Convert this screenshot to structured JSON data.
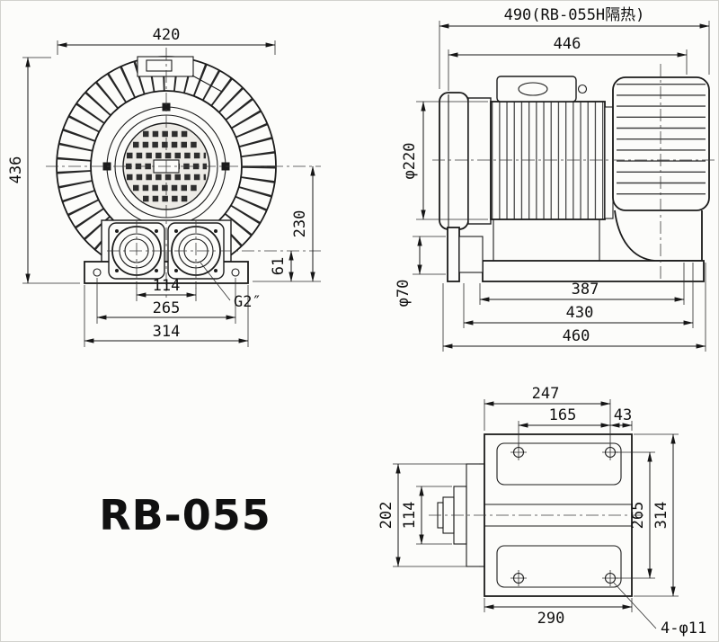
{
  "title": "RB-055",
  "front_view": {
    "width_total": "420",
    "height_total": "436",
    "center_to_base": "230",
    "port_center_height": "61",
    "port_spacing": "114",
    "foot_hole_spacing": "265",
    "base_width": "314",
    "port_thread": "G2″"
  },
  "side_view": {
    "length_insulated": "490(RB-055H隔热)",
    "length_total": "446",
    "motor_diameter": "φ220",
    "port_diameter": "φ70",
    "base_dim_387": "387",
    "base_dim_430": "430",
    "base_dim_460": "460"
  },
  "bottom_view": {
    "dim_247": "247",
    "dim_165": "165",
    "dim_43": "43",
    "dim_202": "202",
    "dim_114": "114",
    "dim_265": "265",
    "dim_314": "314",
    "dim_290": "290",
    "mount_holes": "4-φ11"
  }
}
